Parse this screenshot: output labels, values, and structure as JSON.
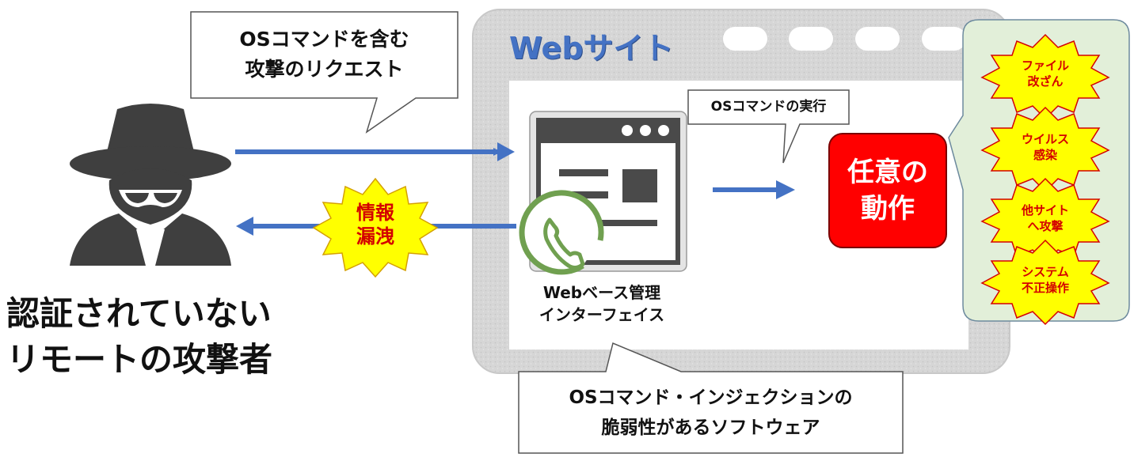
{
  "attacker": {
    "line1": "認証されていない",
    "line2": "リモートの攻撃者"
  },
  "request_callout": {
    "line1": "OSコマンドを含む",
    "line2": "攻撃のリクエスト"
  },
  "leak_burst": {
    "line1": "情報",
    "line2": "漏洩"
  },
  "website": {
    "title": "Webサイト"
  },
  "admin_interface": {
    "line1": "Webベース管理",
    "line2": "インターフェイス"
  },
  "os_exec_callout": {
    "text": "OSコマンドの実行"
  },
  "action": {
    "line1": "任意の",
    "line2": "動作"
  },
  "effects": [
    {
      "line1": "ファイル",
      "line2": "改ざん"
    },
    {
      "line1": "ウイルス",
      "line2": "感染"
    },
    {
      "line1": "他サイト",
      "line2": "へ攻撃"
    },
    {
      "line1": "システム",
      "line2": "不正操作"
    }
  ],
  "vuln_callout": {
    "line1": "OSコマンド・インジェクションの",
    "line2": "脆弱性があるソフトウェア"
  },
  "colors": {
    "arrow": "#4472C4",
    "title": "#4472C4",
    "action_box": "#FF0000",
    "burst_fill": "#FFFF00",
    "burst_text": "#D40000",
    "effects_panel": "#E2EFD9",
    "phone": "#70A050",
    "frame": "#D9D9D9"
  }
}
